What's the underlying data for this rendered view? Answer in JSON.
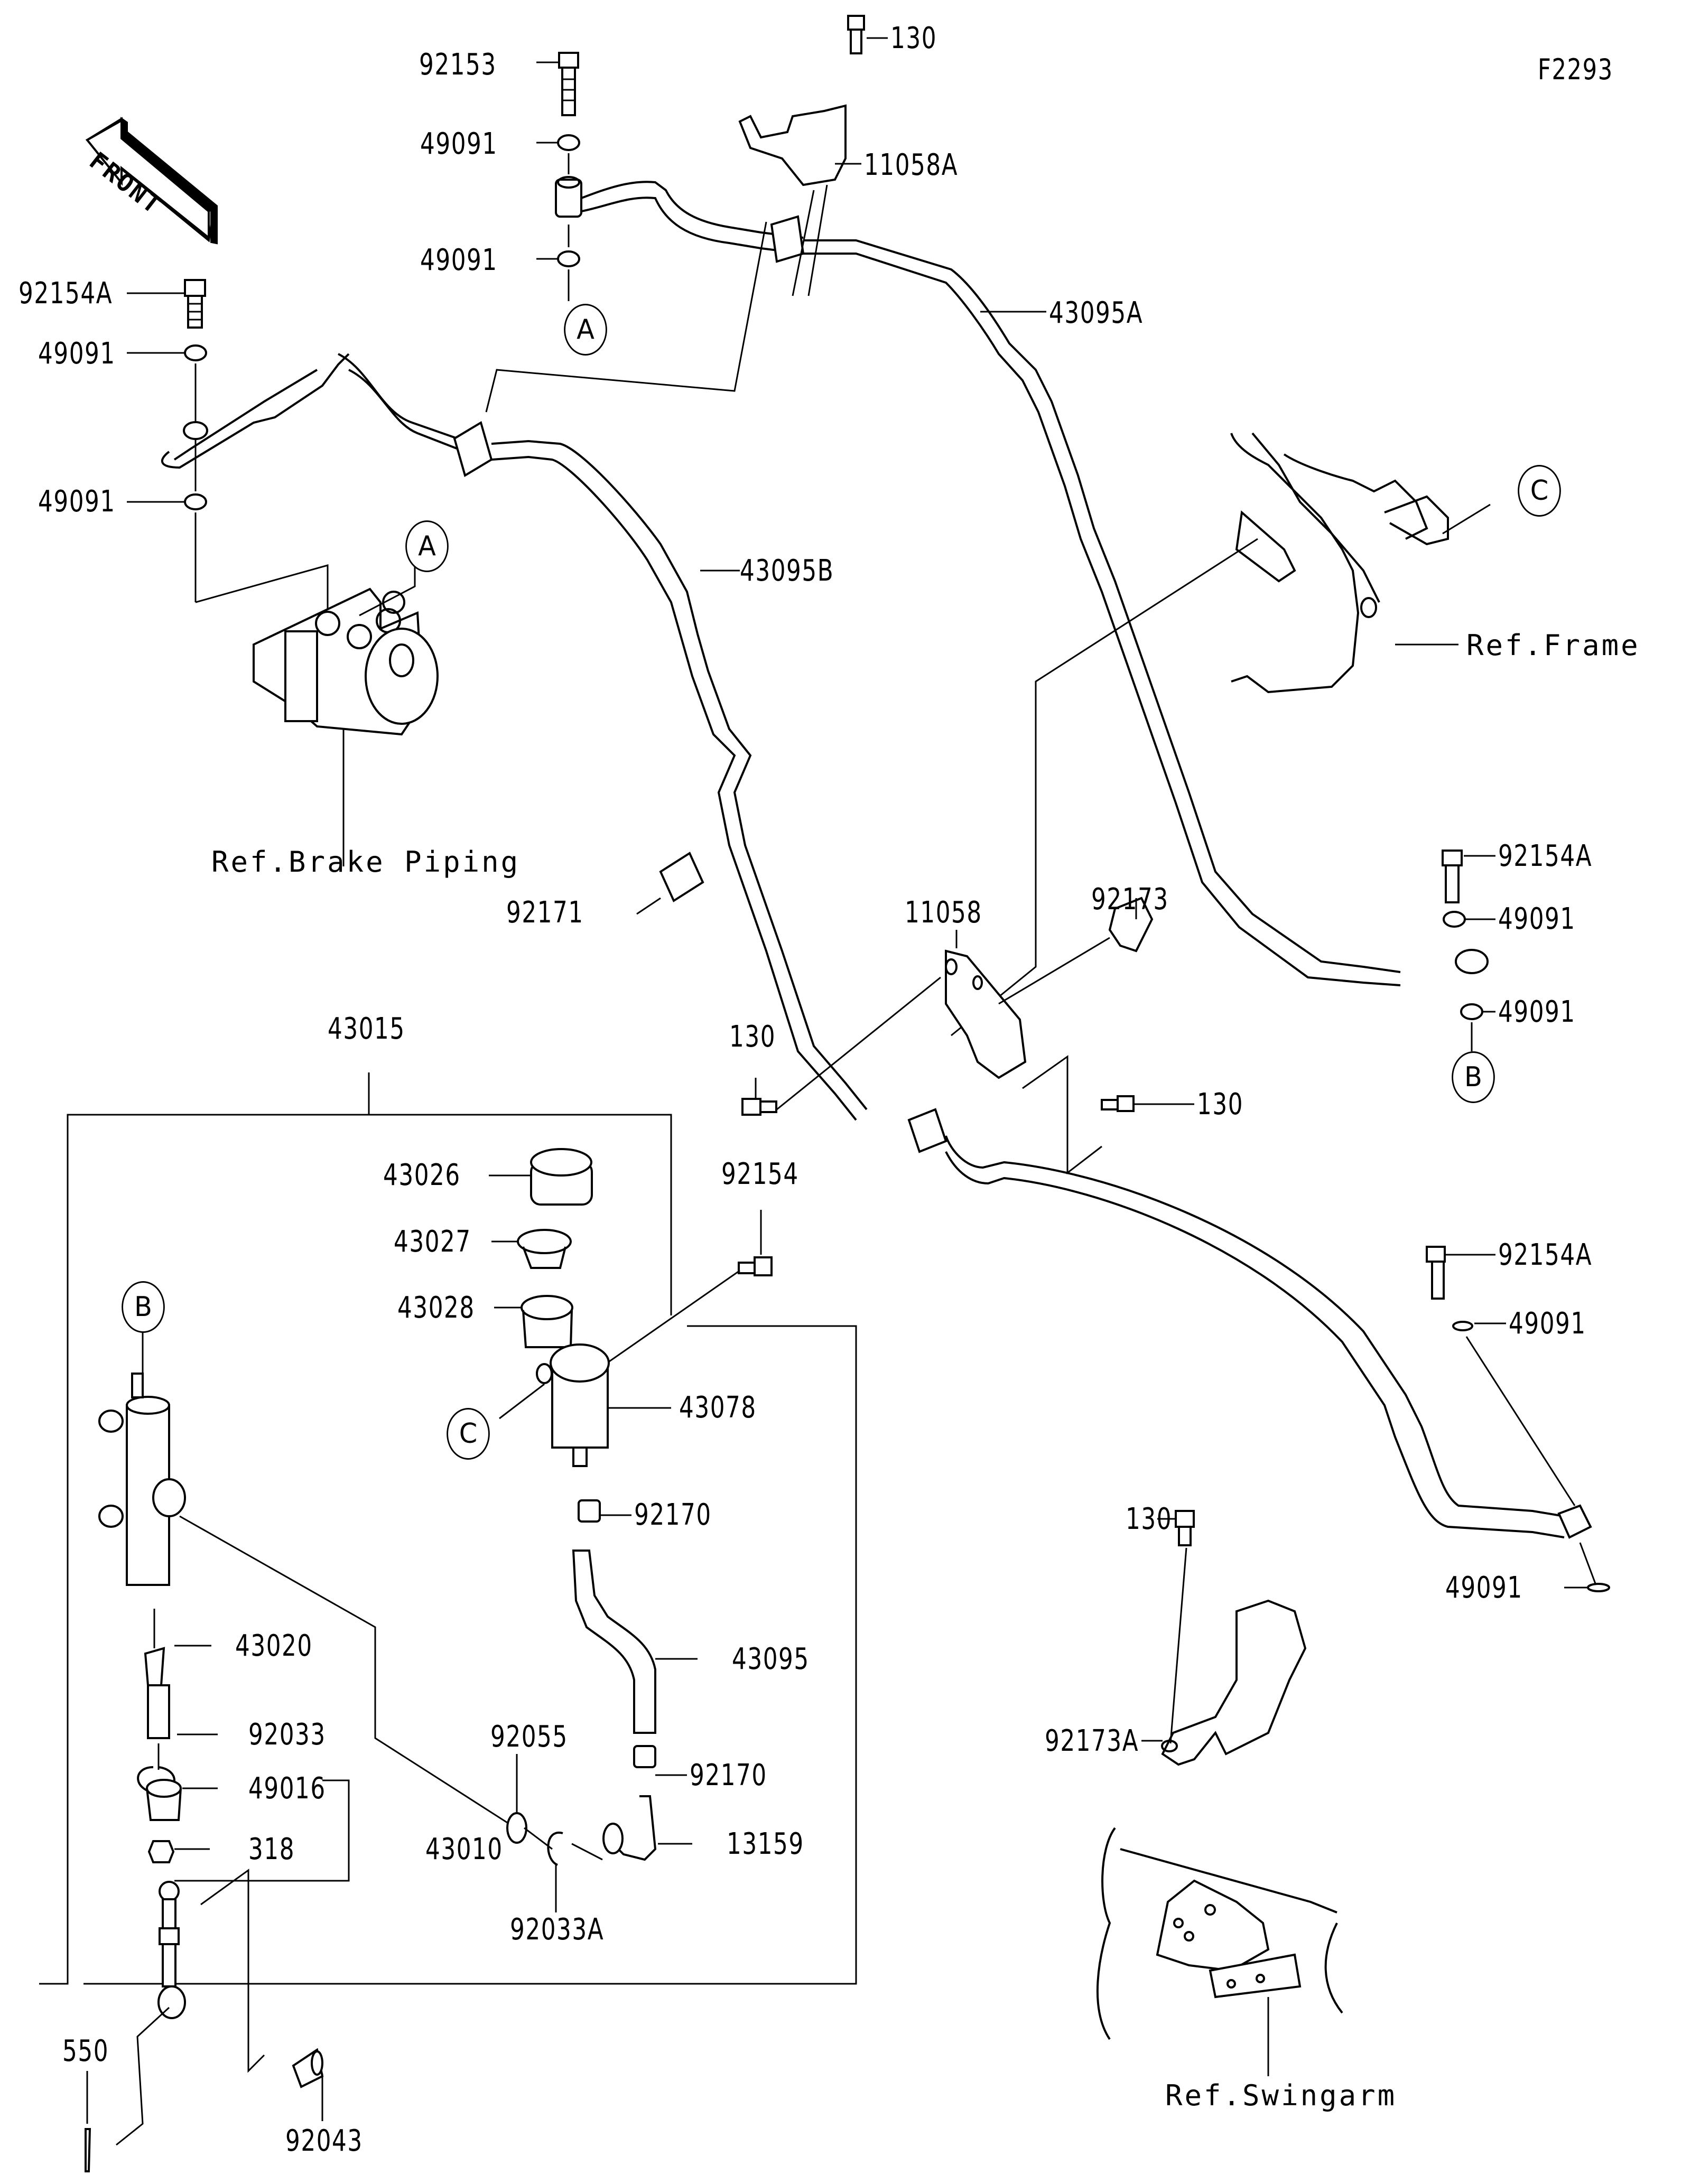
{
  "diagram": {
    "code": "F2293",
    "front_arrow_label": "FRONT",
    "references": {
      "brake_piping": "Ref.Brake Piping",
      "frame": "Ref.Frame",
      "swingarm": "Ref.Swingarm"
    },
    "callouts": {
      "A": "A",
      "B": "B",
      "C": "C"
    },
    "parts": [
      {
        "id": "p92153",
        "number": "92153"
      },
      {
        "id": "p49091_a",
        "number": "49091"
      },
      {
        "id": "p49091_b",
        "number": "49091"
      },
      {
        "id": "p130_top",
        "number": "130"
      },
      {
        "id": "p11058A",
        "number": "11058A"
      },
      {
        "id": "p43095A",
        "number": "43095A"
      },
      {
        "id": "p92154A_left",
        "number": "92154A"
      },
      {
        "id": "p49091_c",
        "number": "49091"
      },
      {
        "id": "p49091_d",
        "number": "49091"
      },
      {
        "id": "p43095B",
        "number": "43095B"
      },
      {
        "id": "p92171",
        "number": "92171"
      },
      {
        "id": "p11058",
        "number": "11058"
      },
      {
        "id": "p92173",
        "number": "92173"
      },
      {
        "id": "p92154A_right",
        "number": "92154A"
      },
      {
        "id": "p49091_e",
        "number": "49091"
      },
      {
        "id": "p49091_f",
        "number": "49091"
      },
      {
        "id": "p43015",
        "number": "43015"
      },
      {
        "id": "p130_mid",
        "number": "130"
      },
      {
        "id": "p130_right",
        "number": "130"
      },
      {
        "id": "p92154",
        "number": "92154"
      },
      {
        "id": "p43026",
        "number": "43026"
      },
      {
        "id": "p43027",
        "number": "43027"
      },
      {
        "id": "p43028",
        "number": "43028"
      },
      {
        "id": "p43078",
        "number": "43078"
      },
      {
        "id": "p92154A_lower",
        "number": "92154A"
      },
      {
        "id": "p49091_g",
        "number": "49091"
      },
      {
        "id": "p92170_a",
        "number": "92170"
      },
      {
        "id": "p43020",
        "number": "43020"
      },
      {
        "id": "p43095",
        "number": "43095"
      },
      {
        "id": "p49091_h",
        "number": "49091"
      },
      {
        "id": "p130_swing",
        "number": "130"
      },
      {
        "id": "p92033",
        "number": "92033"
      },
      {
        "id": "p92055",
        "number": "92055"
      },
      {
        "id": "p92170_b",
        "number": "92170"
      },
      {
        "id": "p49016",
        "number": "49016"
      },
      {
        "id": "p92173A",
        "number": "92173A"
      },
      {
        "id": "p318",
        "number": "318"
      },
      {
        "id": "p43010",
        "number": "43010"
      },
      {
        "id": "p13159",
        "number": "13159"
      },
      {
        "id": "p92033A",
        "number": "92033A"
      },
      {
        "id": "p550",
        "number": "550"
      },
      {
        "id": "p92043",
        "number": "92043"
      }
    ]
  }
}
